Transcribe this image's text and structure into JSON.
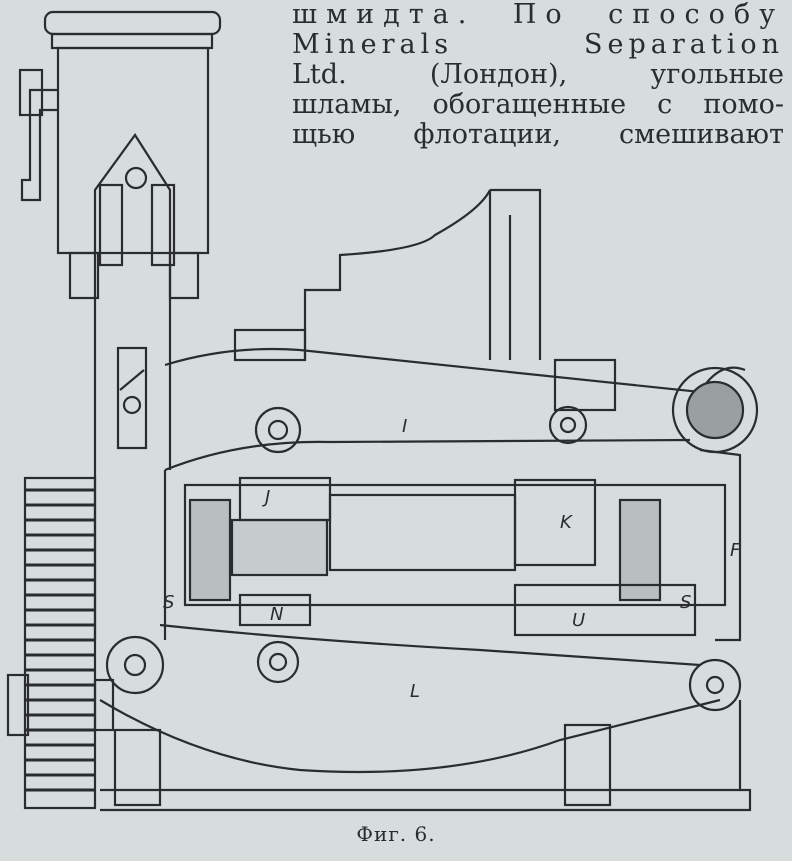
{
  "text_lines": [
    "шмидта. По способу",
    "Minerals Separation",
    "Ltd. (Лондон), угольные",
    "шламы, обогащенные с помо-",
    "щью флотации, смешивают"
  ],
  "figure": {
    "labels": {
      "I": "I",
      "J": "J",
      "K": "K",
      "F": "F",
      "S_left": "S",
      "S_right": "S",
      "N": "N",
      "U": "U",
      "L": "L"
    },
    "caption": "Фиг. 6."
  }
}
